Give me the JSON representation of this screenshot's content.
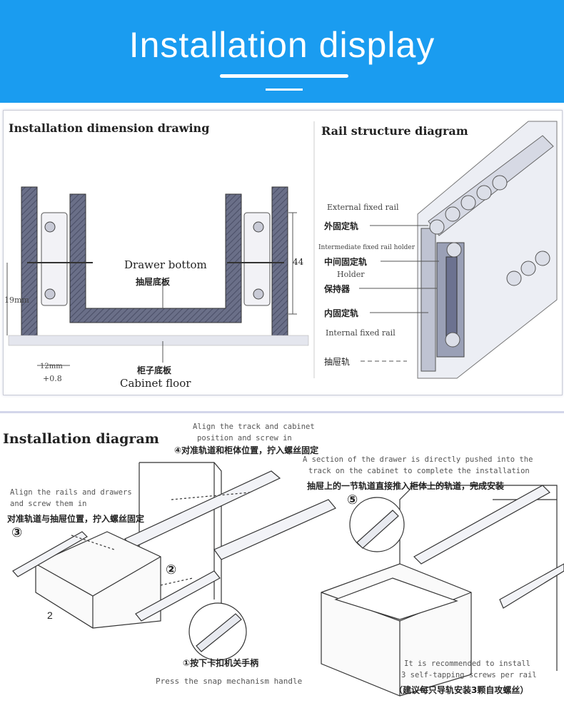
{
  "banner": {
    "title": "Installation display",
    "color": "#1a9cf0"
  },
  "dimension_drawing": {
    "title": "Installation dimension drawing",
    "drawer_bottom_en": "Drawer bottom",
    "drawer_bottom_cn": "抽屉底板",
    "dim_19": "19mm",
    "dim_44": "44",
    "dim_12": "12mm",
    "dim_08": "+0.8",
    "cabinet_floor_cn": "柜子底板",
    "cabinet_floor_en": "Cabinet floor"
  },
  "rail_structure": {
    "title": "Rail structure diagram",
    "external_en": "External fixed rail",
    "external_cn": "外固定轨",
    "intermediate_en": "Intermediate fixed rail holder",
    "intermediate_cn": "中间固定轨",
    "holder_en": "Holder",
    "holder_cn": "保持器",
    "internal_cn": "内固定轨",
    "internal_en": "Internal fixed rail",
    "bottom_cn": "抽屉轨"
  },
  "install_diagram": {
    "title": "Installation diagram",
    "step4_en1": "Align the track and cabinet",
    "step4_en2": "position and screw in",
    "step4_cn": "④对准轨道和柜体位置，拧入螺丝固定",
    "step3_en1": "Align the rails and drawers",
    "step3_en2": "and screw them in",
    "step3_cn": "对准轨道与抽屉位置，拧入螺丝固定",
    "step3_num": "③",
    "step2_num": "②",
    "drawer_num": "2",
    "step5_en1": "A section of the drawer is directly pushed into the",
    "step5_en2": "track on the cabinet to complete the installation",
    "step5_cn": "抽屉上的一节轨道直接推入柜体上的轨道，完成安装",
    "step5_num": "⑤",
    "step1_cn": "①按下卡扣机关手柄",
    "step1_en": "Press the snap mechanism handle",
    "rec_en1": "It is recommended to install",
    "rec_en2": "3 self-tapping screws per rail",
    "rec_cn": "（建议每只导轨安装3颗自攻螺丝）"
  }
}
